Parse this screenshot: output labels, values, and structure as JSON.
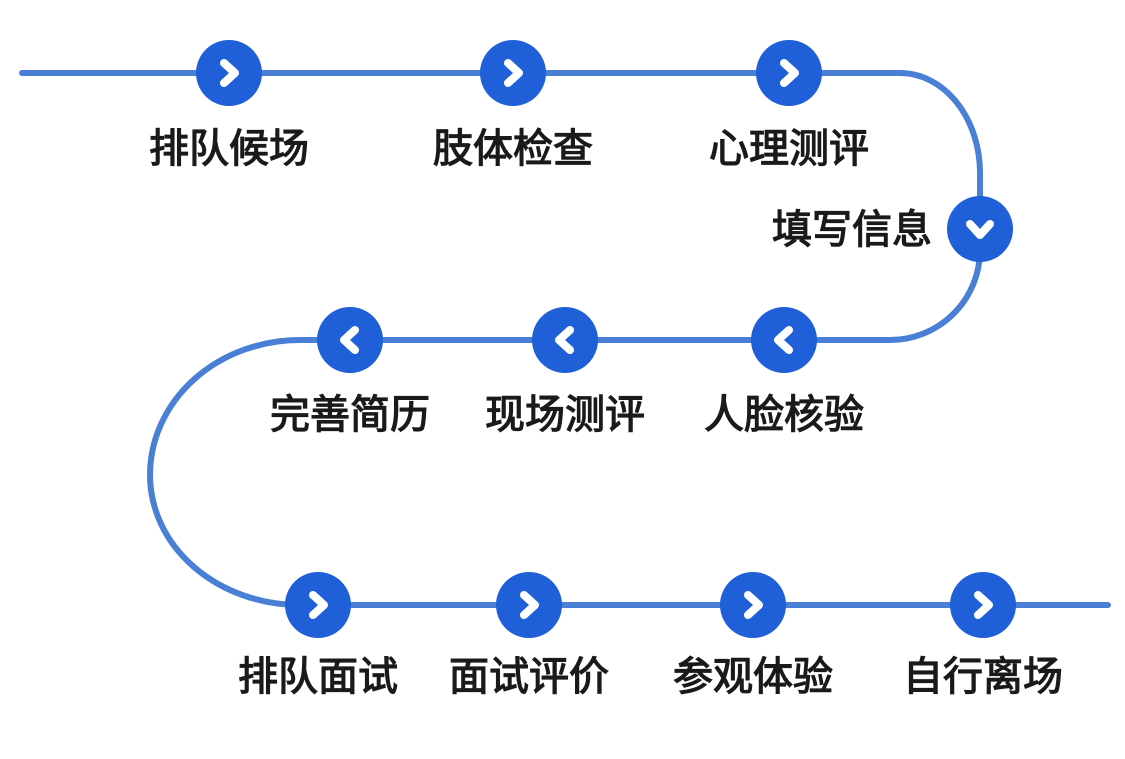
{
  "colors": {
    "track": "#4a7fd6",
    "node": "#1f5fd8",
    "label": "#1a1a1a"
  },
  "steps": [
    {
      "label": "排队候场",
      "icon": "chevron-right-icon"
    },
    {
      "label": "肢体检查",
      "icon": "chevron-right-icon"
    },
    {
      "label": "心理测评",
      "icon": "chevron-right-icon"
    },
    {
      "label": "填写信息",
      "icon": "chevron-down-icon"
    },
    {
      "label": "人脸核验",
      "icon": "chevron-left-icon"
    },
    {
      "label": "现场测评",
      "icon": "chevron-left-icon"
    },
    {
      "label": "完善简历",
      "icon": "chevron-left-icon"
    },
    {
      "label": "排队面试",
      "icon": "chevron-right-icon"
    },
    {
      "label": "面试评价",
      "icon": "chevron-right-icon"
    },
    {
      "label": "参观体验",
      "icon": "chevron-right-icon"
    },
    {
      "label": "自行离场",
      "icon": "chevron-right-icon"
    }
  ]
}
